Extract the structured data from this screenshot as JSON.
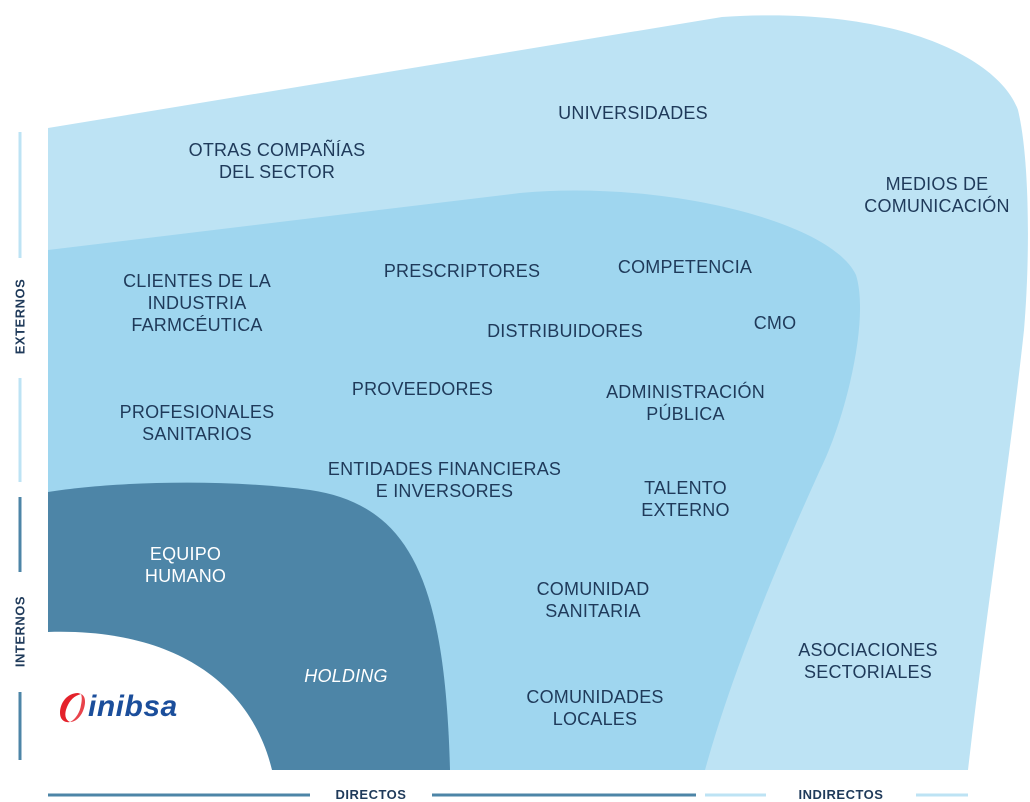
{
  "labels": {
    "universidades": "UNIVERSIDADES",
    "otras_companias": "OTRAS COMPAÑÍAS\nDEL SECTOR",
    "medios": "MEDIOS DE\nCOMUNICACIÓN",
    "clientes": "CLIENTES DE LA\nINDUSTRIA\nFARMCÉUTICA",
    "prescriptores": "PRESCRIPTORES",
    "competencia": "COMPETENCIA",
    "cmo": "CMO",
    "distribuidores": "DISTRIBUIDORES",
    "proveedores": "PROVEEDORES",
    "administracion": "ADMINISTRACIÓN\nPÚBLICA",
    "profesionales": "PROFESIONALES\nSANITARIOS",
    "entidades": "ENTIDADES FINANCIERAS\nE INVERSORES",
    "talento": "TALENTO\nEXTERNO",
    "equipo": "EQUIPO\nHUMANO",
    "comunidad_sanitaria": "COMUNIDAD\nSANITARIA",
    "asociaciones": "ASOCIACIONES\nSECTORIALES",
    "holding": "HOLDING",
    "comunidades_locales": "COMUNIDADES\nLOCALES"
  },
  "axes": {
    "externos": "EXTERNOS",
    "internos": "INTERNOS",
    "directos": "DIRECTOS",
    "indirectos": "INDIRECTOS"
  },
  "logo": {
    "name": "inibsa"
  },
  "colors": {
    "outer": "#bde3f4",
    "middle": "#9fd6ef",
    "inner": "#4d85a7",
    "text": "#1f3a5a",
    "logo_red": "#e4222b",
    "logo_blue": "#1b4e9b",
    "axis_line": "#4d85a7"
  }
}
